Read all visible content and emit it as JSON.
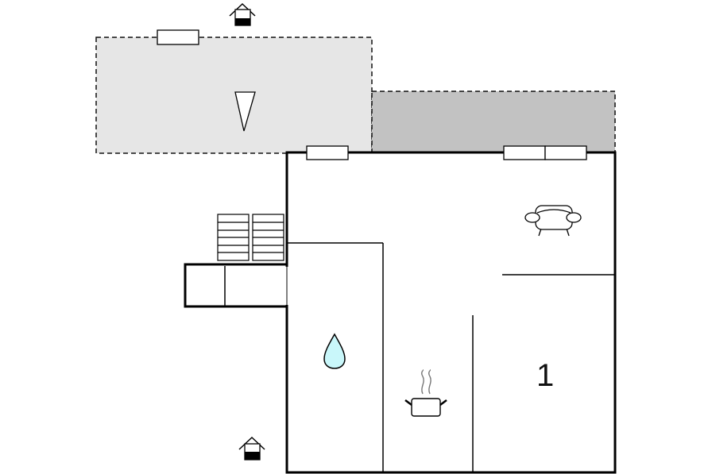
{
  "floorplan": {
    "rooms": [
      {
        "id": "bedroom",
        "label": "1"
      }
    ],
    "areas": [
      {
        "id": "terrace-left",
        "color": "#e6e6e6",
        "border": "dashed"
      },
      {
        "id": "terrace-right",
        "color": "#c2c2c2",
        "border": "dashed"
      }
    ],
    "icons": [
      "entrance-icon",
      "entrance-icon",
      "sun-lounger-icon",
      "water-drop-icon",
      "cooking-pot-icon",
      "sofa-icon",
      "stairs-icon"
    ],
    "colors": {
      "wall": "#000000",
      "terrace_light": "#e6e6e6",
      "terrace_dark": "#c2c2c2",
      "water": "#c9f7fa"
    }
  }
}
